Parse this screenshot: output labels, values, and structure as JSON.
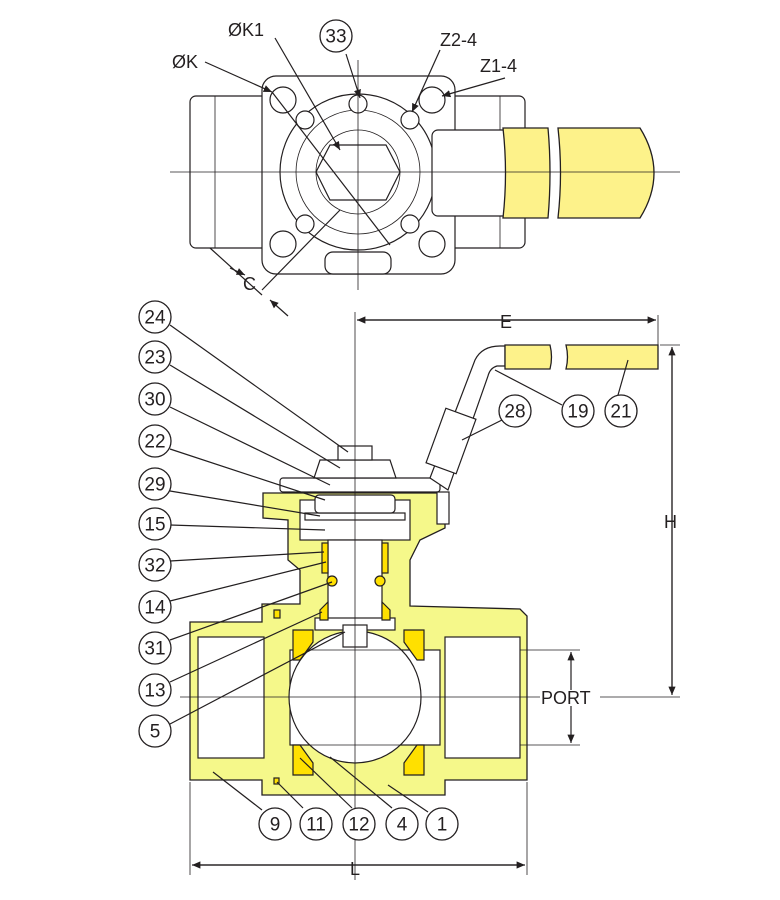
{
  "colors": {
    "body": "#f5f88a",
    "seat": "#ffe000",
    "handle": "#fdf28a",
    "line": "#231f20"
  },
  "dimensions": {
    "phi_k1": "ØK1",
    "phi_k": "ØK",
    "z2_4": "Z2-4",
    "z1_4": "Z1-4",
    "c": "C",
    "e": "E",
    "h": "H",
    "port": "PORT",
    "l": "L"
  },
  "part_labels": {
    "p33": "33",
    "p24": "24",
    "p23": "23",
    "p30": "30",
    "p22": "22",
    "p29": "29",
    "p15": "15",
    "p32": "32",
    "p14": "14",
    "p31": "31",
    "p13": "13",
    "p5": "5",
    "p9": "9",
    "p11": "11",
    "p12": "12",
    "p4": "4",
    "p1": "1",
    "p28": "28",
    "p19": "19",
    "p21": "21"
  }
}
